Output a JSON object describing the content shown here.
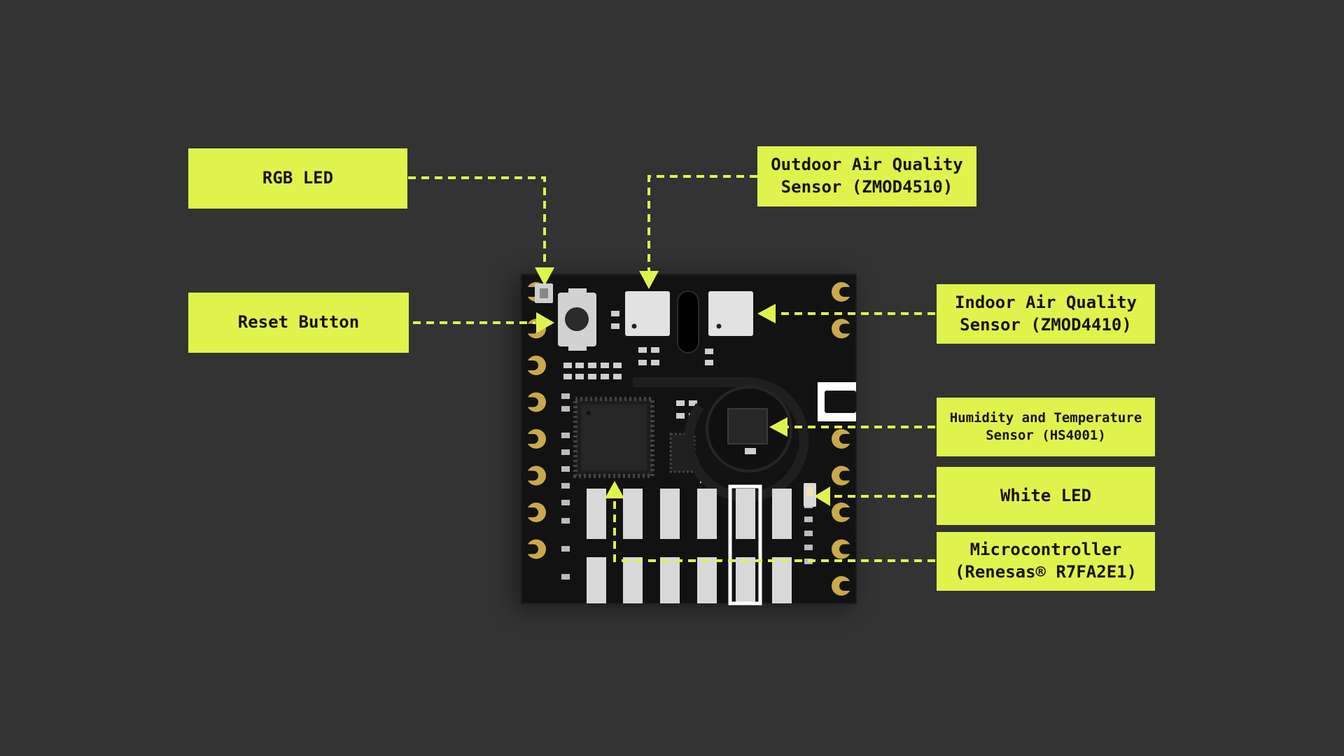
{
  "labels": {
    "rgb_led": "RGB LED",
    "reset_button": "Reset Button",
    "outdoor_sensor": "Outdoor Air Quality\nSensor (ZMOD4510)",
    "indoor_sensor": "Indoor Air Quality\nSensor (ZMOD4410)",
    "humidity_sensor": "Humidity and Temperature\nSensor (HS4001)",
    "white_led": "White LED",
    "microcontroller": "Microcontroller\n(Renesas® R7FA2E1)"
  },
  "colors": {
    "background": "#333333",
    "accent": "#dff34d",
    "board": "#111111",
    "pad": "#c9a94a",
    "component": "#d8d8d8"
  }
}
